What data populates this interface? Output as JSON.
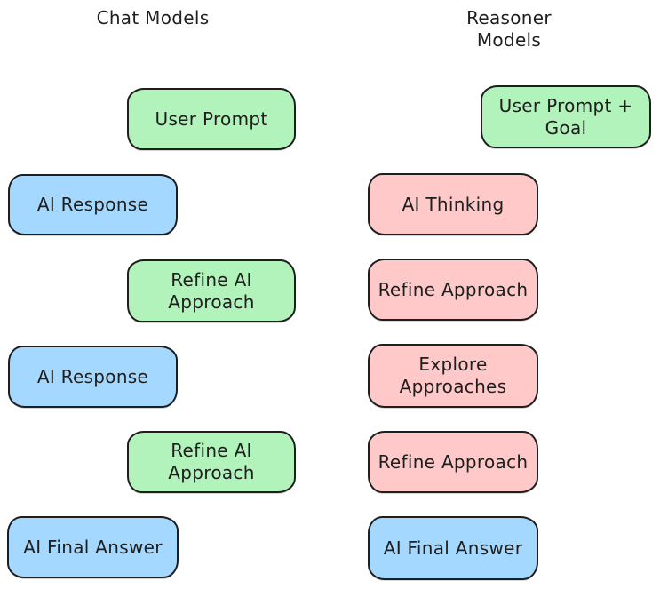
{
  "diagram": {
    "columns": [
      {
        "title": "Chat Models",
        "boxes": [
          {
            "label": "User Prompt",
            "color": "green"
          },
          {
            "label": "AI Response",
            "color": "blue"
          },
          {
            "label": "Refine AI Approach",
            "color": "green"
          },
          {
            "label": "AI Response",
            "color": "blue"
          },
          {
            "label": "Refine AI Approach",
            "color": "green"
          },
          {
            "label": "AI Final Answer",
            "color": "blue"
          }
        ]
      },
      {
        "title": "Reasoner Models",
        "boxes": [
          {
            "label": "User Prompt + Goal",
            "color": "green"
          },
          {
            "label": "AI Thinking",
            "color": "pink"
          },
          {
            "label": "Refine Approach",
            "color": "pink"
          },
          {
            "label": "Explore Approaches",
            "color": "pink"
          },
          {
            "label": "Refine Approach",
            "color": "pink"
          },
          {
            "label": "AI Final Answer",
            "color": "blue"
          }
        ]
      }
    ]
  },
  "colors": {
    "green": "#b2f2bb",
    "blue": "#a5d8ff",
    "pink": "#ffc9c9",
    "stroke": "#1e1e1e",
    "text": "#1e1e1e",
    "bg": "#ffffff"
  }
}
